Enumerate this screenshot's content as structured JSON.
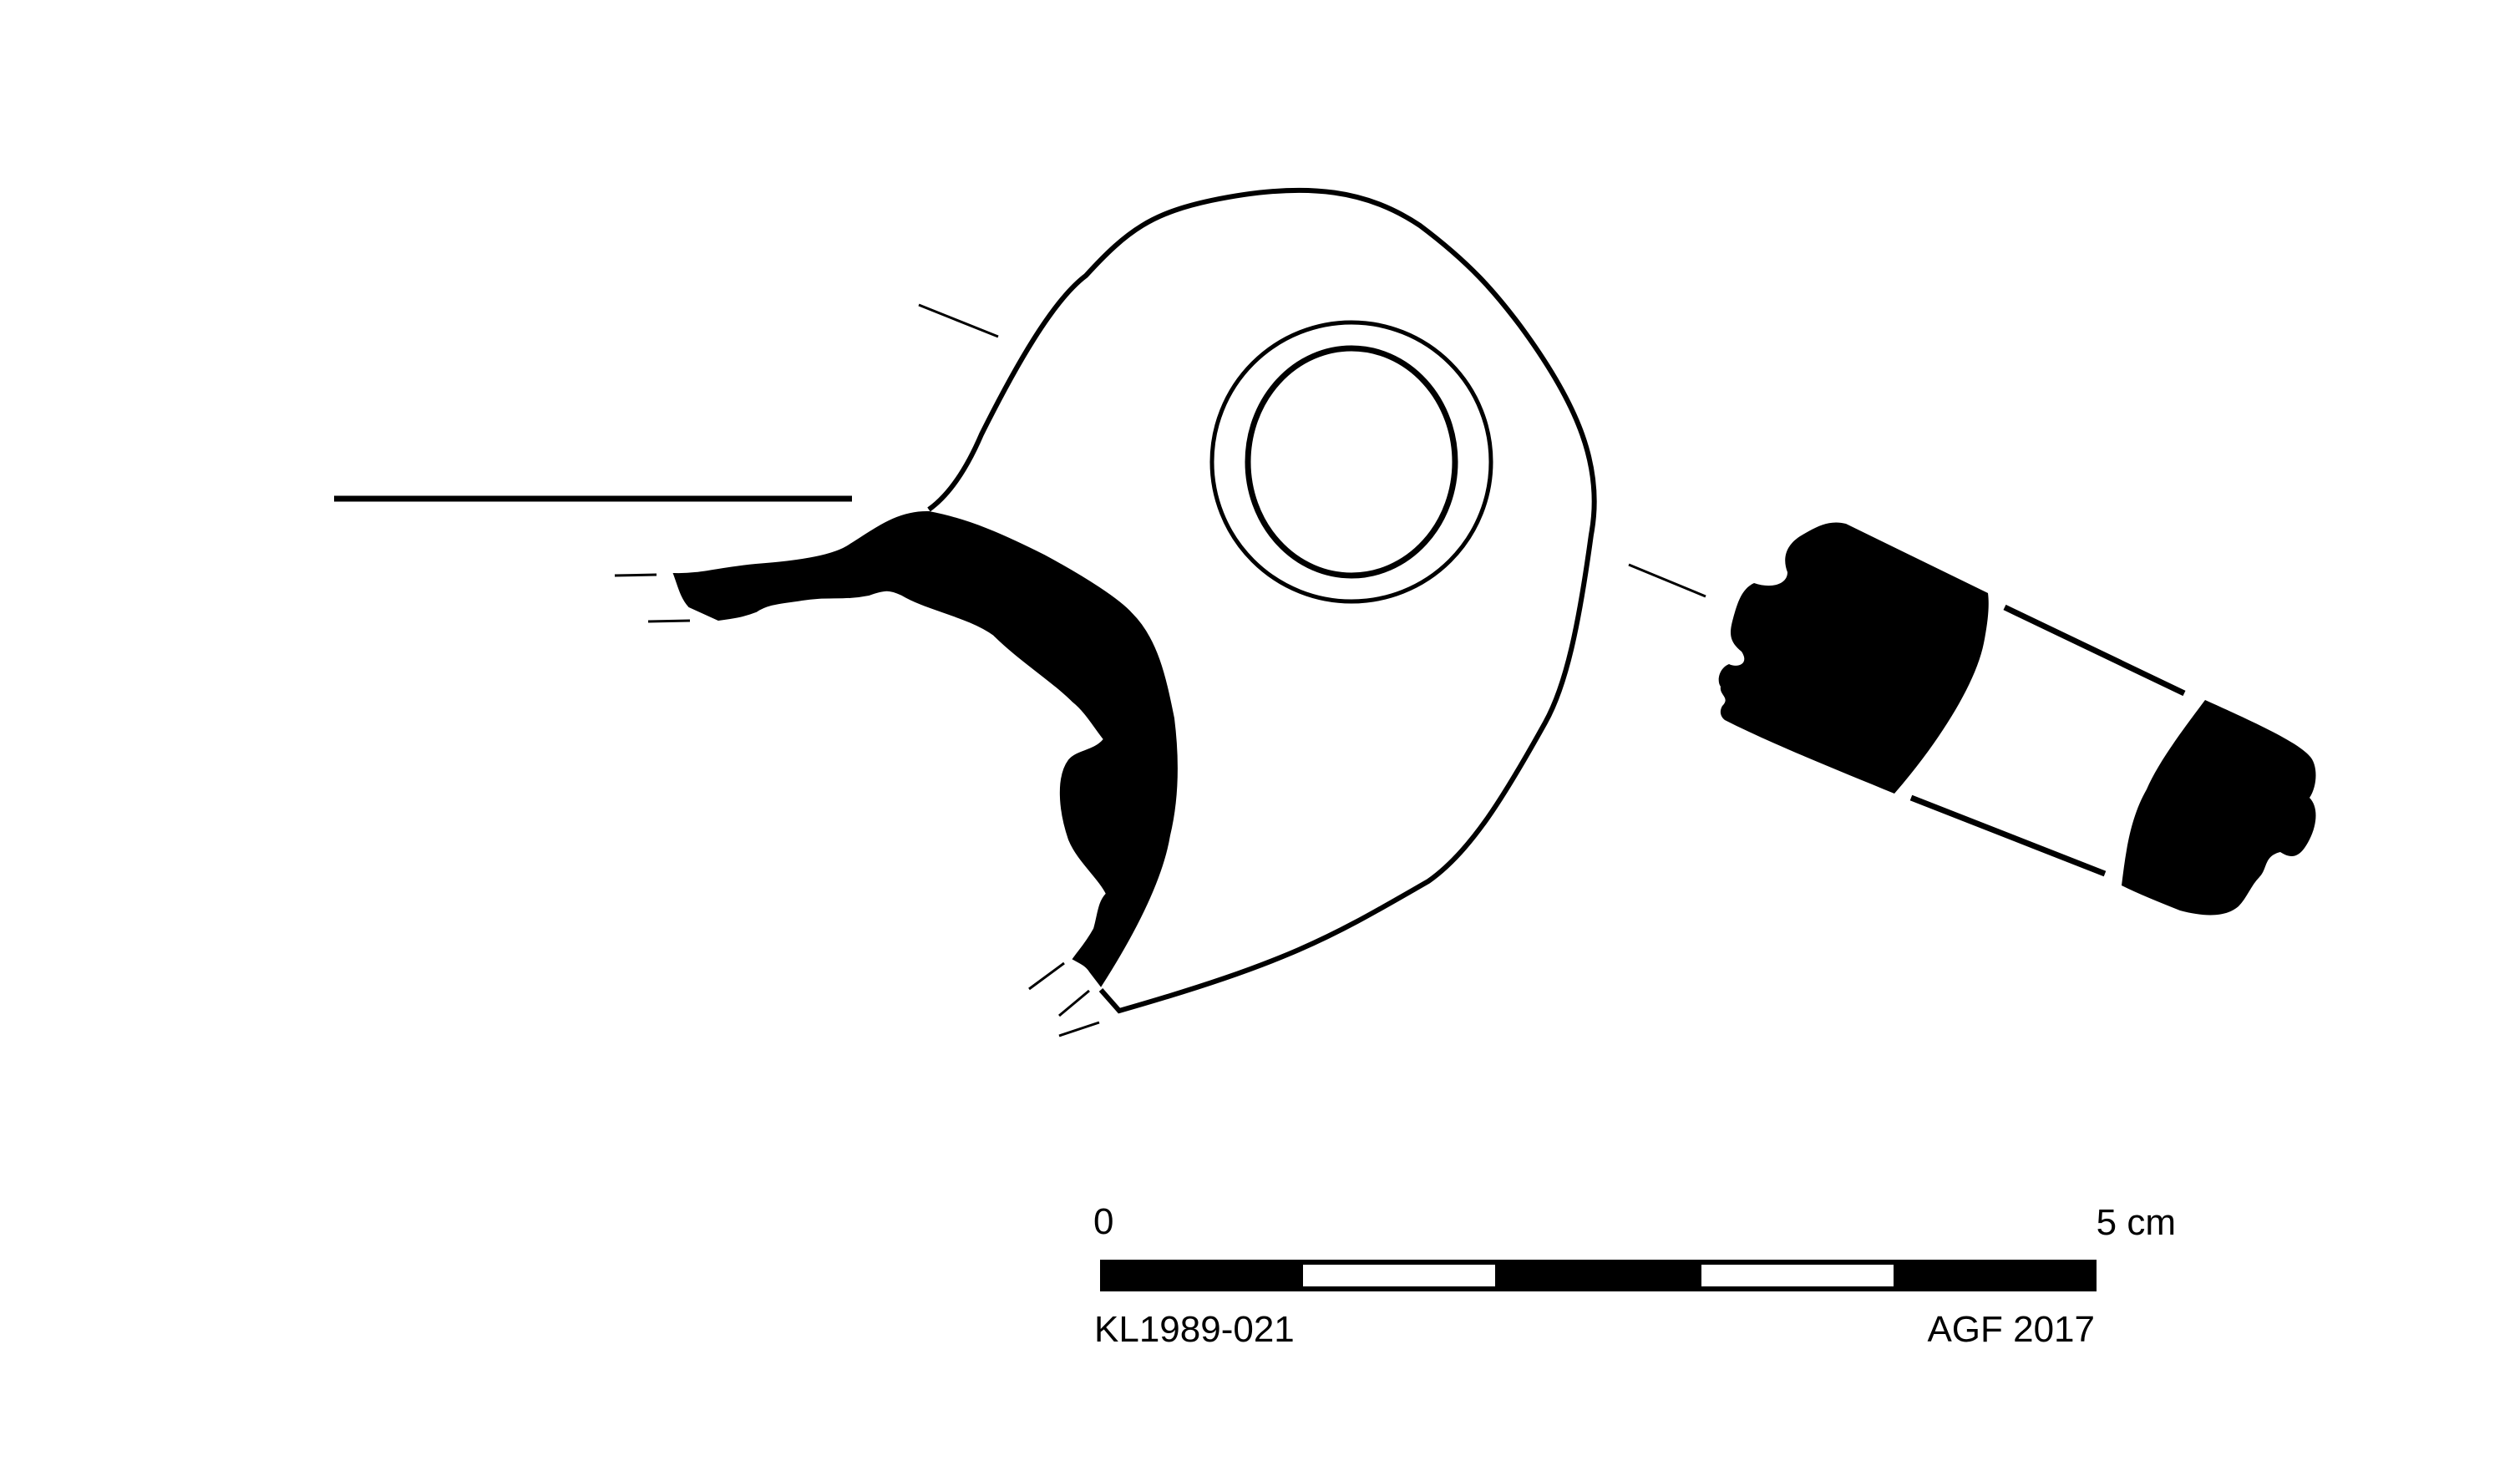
{
  "scale_bar": {
    "start_label": "0",
    "end_label": "5 cm",
    "segments": 5
  },
  "catalogue_number": "KL1989-021",
  "credit": "AGF 2017",
  "colors": {
    "ink": "#000000",
    "paper": "#ffffff"
  }
}
